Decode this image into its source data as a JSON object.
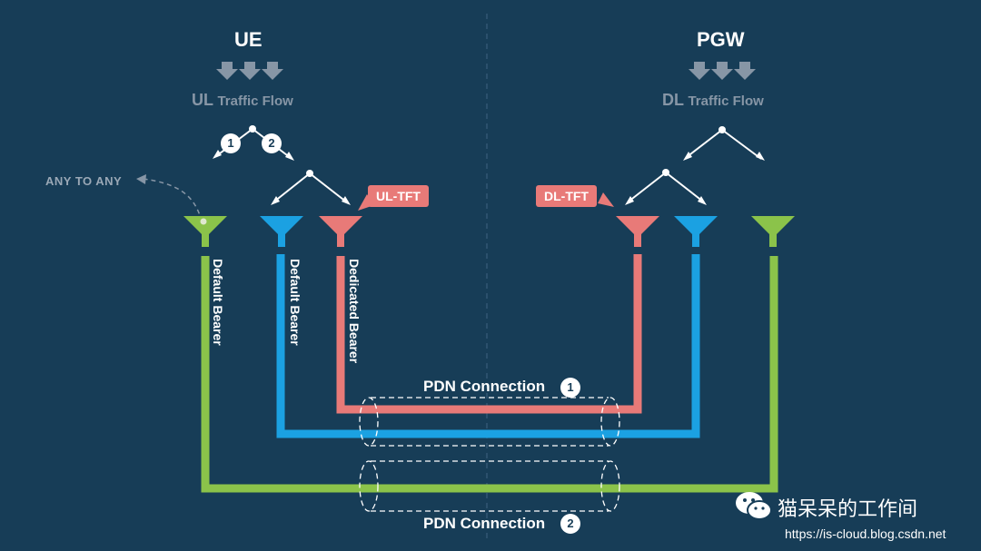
{
  "ue": {
    "title": "UE",
    "flow_big": "UL",
    "flow_small": "Traffic Flow",
    "order_badges": [
      "2",
      "1"
    ]
  },
  "pgw": {
    "title": "PGW",
    "flow_big": "DL",
    "flow_small": "Traffic Flow"
  },
  "labels": {
    "any_to_any": "ANY TO ANY",
    "ul_tft": "UL-TFT",
    "dl_tft": "DL-TFT"
  },
  "bearers": [
    {
      "label": "Default Bearer",
      "color": "#8bc34a"
    },
    {
      "label": "Default Bearer",
      "color": "#1ba1e2"
    },
    {
      "label": "Dedicated Bearer",
      "color": "#e87a78"
    }
  ],
  "pdn": [
    {
      "label": "PDN Connection",
      "badge": "1"
    },
    {
      "label": "PDN Connection",
      "badge": "2"
    }
  ],
  "colors": {
    "background": "#173d57",
    "green": "#8bc34a",
    "blue": "#1ba1e2",
    "red": "#e87a78"
  },
  "watermark": {
    "text": "猫呆呆的工作间",
    "url": "https://is-cloud.blog.csdn.net"
  }
}
